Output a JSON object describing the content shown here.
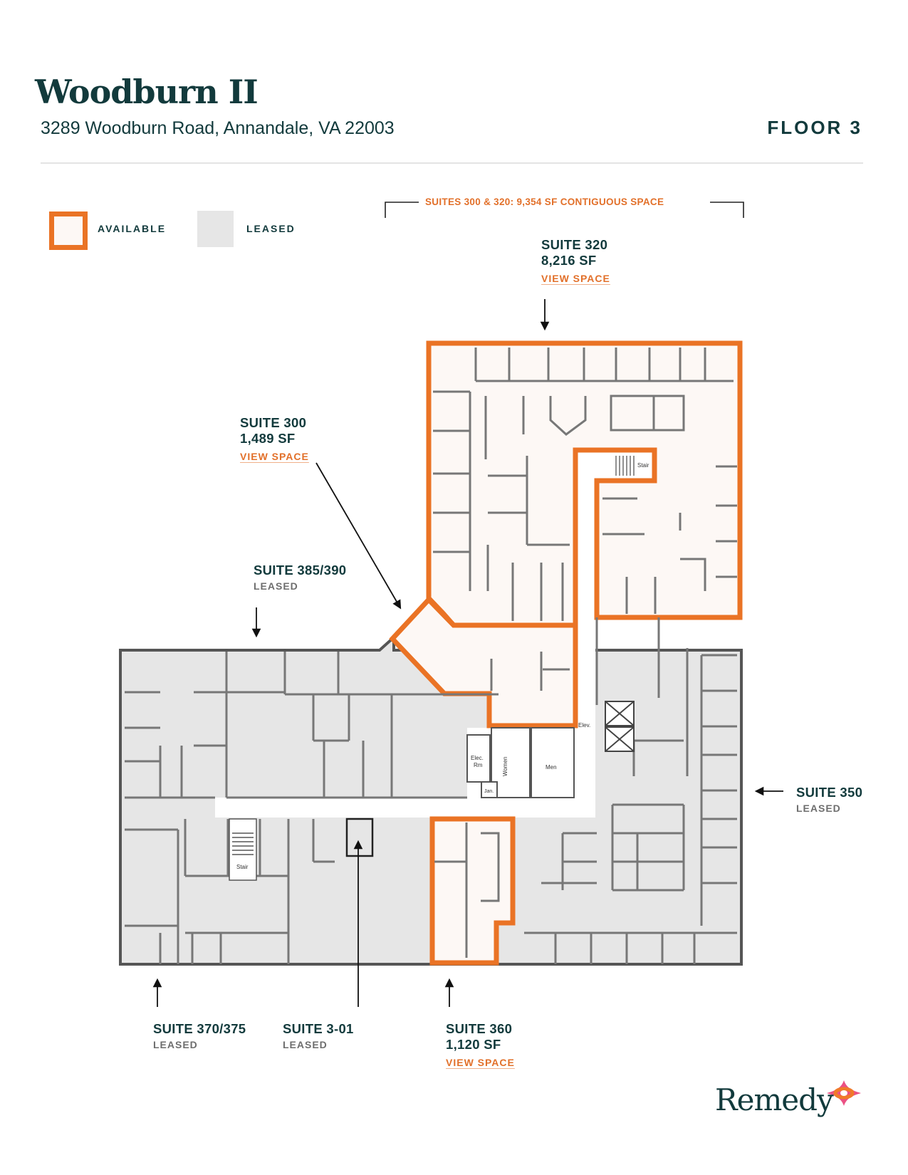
{
  "header": {
    "title": "Woodburn II",
    "address": "3289 Woodburn Road, Annandale, VA 22003",
    "floor": "FLOOR 3"
  },
  "legend": {
    "available": {
      "label": "AVAILABLE",
      "color": "#ea7325",
      "fill": "#fdf8f5"
    },
    "leased": {
      "label": "LEASED",
      "color": "#e6e6e6"
    }
  },
  "contiguous": {
    "label": "SUITES 300 & 320:  9,354 SF CONTIGUOUS SPACE"
  },
  "suites": {
    "s320": {
      "name": "SUITE 320",
      "size": "8,216 SF",
      "link": "VIEW SPACE",
      "status": "available"
    },
    "s300": {
      "name": "SUITE 300",
      "size": "1,489 SF",
      "link": "VIEW SPACE",
      "status": "available"
    },
    "s385": {
      "name": "SUITE 385/390",
      "status": "LEASED"
    },
    "s350": {
      "name": "SUITE 350",
      "status": "LEASED"
    },
    "s370": {
      "name": "SUITE 370/375",
      "status": "LEASED"
    },
    "s301": {
      "name": "SUITE 3-01",
      "status": "LEASED"
    },
    "s360": {
      "name": "SUITE 360",
      "size": "1,120 SF",
      "link": "VIEW SPACE",
      "status": "available"
    }
  },
  "plan_labels": {
    "stair": "Stair",
    "elev": "Elev.",
    "elec": "Elec.",
    "rm": "Rm",
    "women": "Women",
    "men": "Men",
    "jan": "Jan."
  },
  "brand": {
    "name": "Remedy",
    "accent_orange": "#f07a2a",
    "accent_pink": "#e8336f"
  },
  "colors": {
    "text_dark": "#123a3c",
    "orange": "#ea7325",
    "leased_fill": "#e6e6e6",
    "available_fill": "#fdf8f5",
    "wall": "#6d6d6d"
  }
}
